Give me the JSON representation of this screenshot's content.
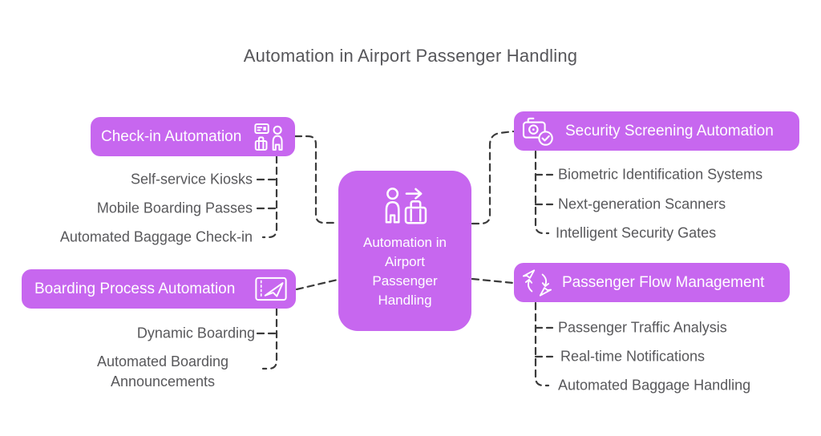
{
  "title": "Automation in Airport Passenger Handling",
  "colors": {
    "accent": "#c767ef",
    "box_text": "#ffffff",
    "item_text": "#58585b",
    "title_text": "#56565a",
    "connector": "#3b3b3b"
  },
  "center": {
    "label": "Automation in Airport Passenger Handling",
    "icon": "passenger-with-luggage-icon"
  },
  "branches": [
    {
      "id": "check-in",
      "label": "Check-in Automation",
      "icon": "checkin-kiosk-icon",
      "side": "left",
      "items": [
        "Self-service Kiosks",
        "Mobile Boarding Passes",
        "Automated Baggage Check-in"
      ]
    },
    {
      "id": "boarding",
      "label": "Boarding Process Automation",
      "icon": "boarding-pass-plane-icon",
      "side": "left",
      "items": [
        "Dynamic Boarding",
        "Automated Boarding Announcements"
      ]
    },
    {
      "id": "security",
      "label": "Security Screening Automation",
      "icon": "camera-check-icon",
      "side": "right",
      "items": [
        "Biometric Identification Systems",
        "Next-generation Scanners",
        "Intelligent Security Gates"
      ]
    },
    {
      "id": "flow",
      "label": "Passenger Flow Management",
      "icon": "plane-transfer-icon",
      "side": "right",
      "items": [
        "Passenger Traffic Analysis",
        "Real-time Notifications",
        "Automated Baggage Handling"
      ]
    }
  ]
}
